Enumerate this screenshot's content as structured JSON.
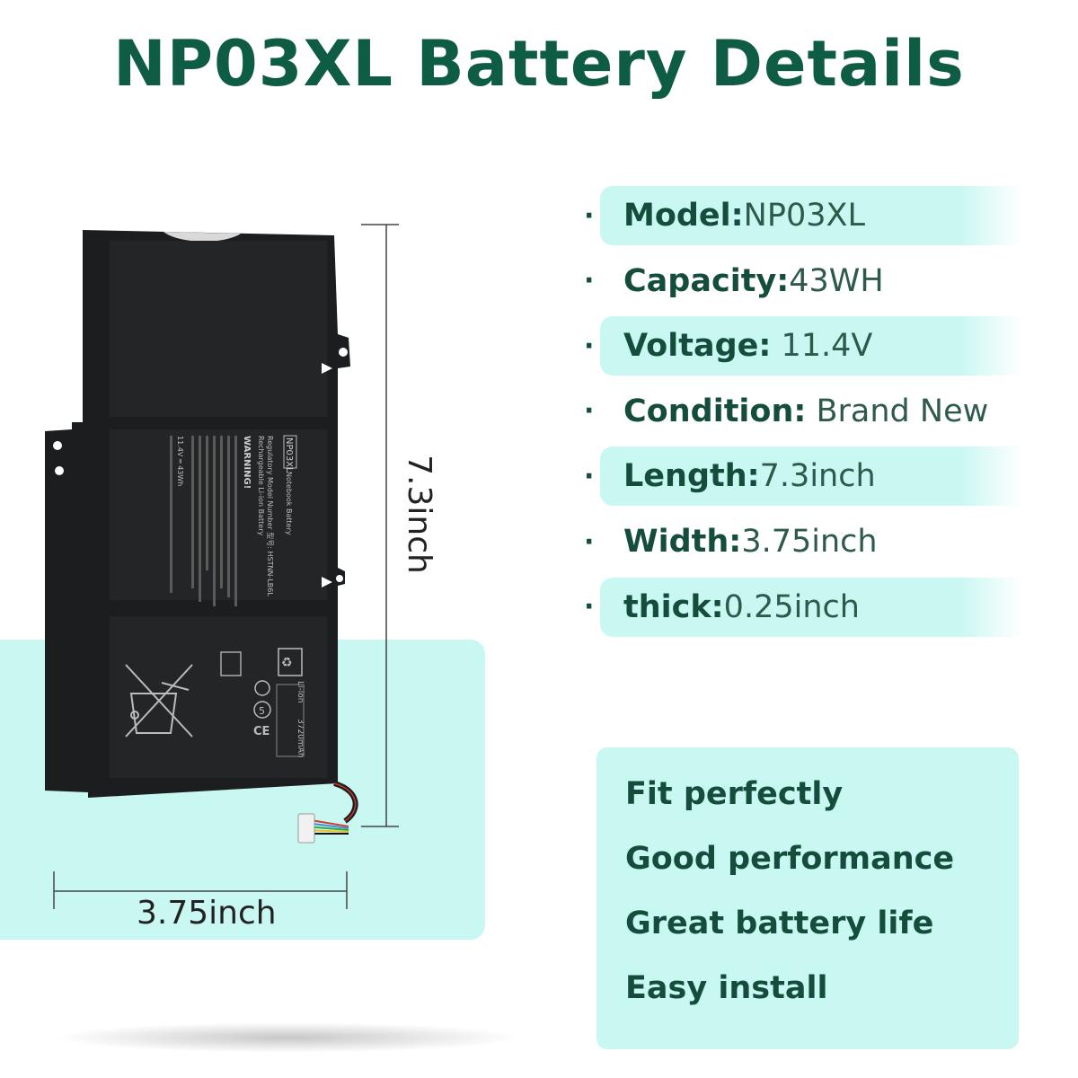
{
  "title": "NP03XL Battery Details",
  "colors": {
    "title": "#0f5c45",
    "text": "#154d3d",
    "panel": "#c9f7f2",
    "band": "#c9f7f2",
    "battery": "#1c1d1f",
    "dimension_line": "#444444"
  },
  "specs": [
    {
      "label": "Model:",
      "value": "NP03XL",
      "highlight": true
    },
    {
      "label": "Capacity:",
      "value": "43WH",
      "highlight": false
    },
    {
      "label": "Voltage:",
      "value": " 11.4V",
      "highlight": true
    },
    {
      "label": "Condition:",
      "value": " Brand New",
      "highlight": false
    },
    {
      "label": "Length:",
      "value": "7.3inch",
      "highlight": true
    },
    {
      "label": "Width:",
      "value": "3.75inch",
      "highlight": false
    },
    {
      "label": "thick:",
      "value": "0.25inch",
      "highlight": true
    }
  ],
  "bullet_char": "·",
  "features": [
    "Fit perfectly",
    "Good performance",
    "Great battery life",
    "Easy install"
  ],
  "dimensions": {
    "length": "7.3inch",
    "width": "3.75inch"
  },
  "battery_label": {
    "model": "NP03XL",
    "subtitle": "Notebook Battery",
    "regulatory": "Regulatory Model Number 型号: HSTNN-LB6L",
    "type": "Rechargeable Li-ion Battery",
    "warning": "WARNING!",
    "rating": "11.4V ═ 43Wh",
    "cell": "Li-ion",
    "capacity_small": "3720mAh"
  }
}
